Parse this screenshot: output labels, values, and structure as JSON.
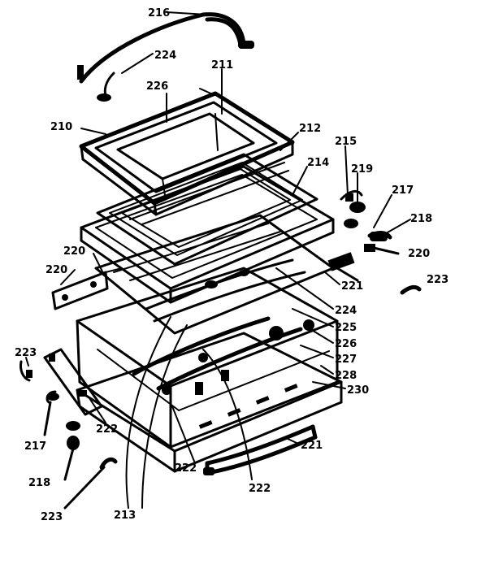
{
  "callouts": [
    {
      "id": "c216",
      "label": "216"
    },
    {
      "id": "c224a",
      "label": "224"
    },
    {
      "id": "c211",
      "label": "211"
    },
    {
      "id": "c226a",
      "label": "226"
    },
    {
      "id": "c210",
      "label": "210"
    },
    {
      "id": "c212",
      "label": "212"
    },
    {
      "id": "c215",
      "label": "215"
    },
    {
      "id": "c214",
      "label": "214"
    },
    {
      "id": "c219",
      "label": "219"
    },
    {
      "id": "c217a",
      "label": "217"
    },
    {
      "id": "c218a",
      "label": "218"
    },
    {
      "id": "c220a",
      "label": "220"
    },
    {
      "id": "c220b",
      "label": "220"
    },
    {
      "id": "c220c",
      "label": "220"
    },
    {
      "id": "c221a",
      "label": "221"
    },
    {
      "id": "c223a",
      "label": "223"
    },
    {
      "id": "c224b",
      "label": "224"
    },
    {
      "id": "c225",
      "label": "225"
    },
    {
      "id": "c226b",
      "label": "226"
    },
    {
      "id": "c223b",
      "label": "223"
    },
    {
      "id": "c227",
      "label": "227"
    },
    {
      "id": "c228",
      "label": "228"
    },
    {
      "id": "c230",
      "label": "230"
    },
    {
      "id": "c222a",
      "label": "222"
    },
    {
      "id": "c217b",
      "label": "217"
    },
    {
      "id": "c218b",
      "label": "218"
    },
    {
      "id": "c221b",
      "label": "221"
    },
    {
      "id": "c222b",
      "label": "222"
    },
    {
      "id": "c222c",
      "label": "222"
    },
    {
      "id": "c223c",
      "label": "223"
    },
    {
      "id": "c213",
      "label": "213"
    }
  ]
}
